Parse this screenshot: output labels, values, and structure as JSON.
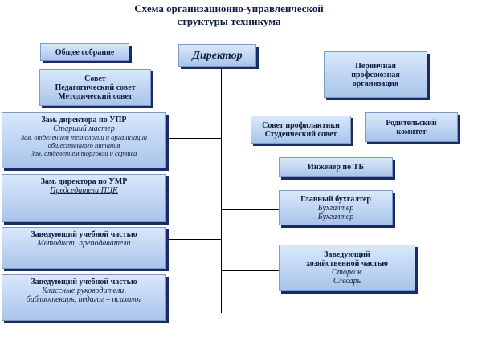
{
  "title": {
    "line1": "Схема организационно-управленческой",
    "line2": "структуры техникума"
  },
  "boxes": {
    "general_meeting": "Общее собрание",
    "councils": [
      "Совет",
      "Педагогический совет",
      "Методический совет"
    ],
    "director": "Директор",
    "trade_union": [
      "Первичная",
      "профсоюзная",
      "организация"
    ],
    "prevention": [
      "Совет профилактики",
      "Студенческий совет"
    ],
    "parents": [
      "Родительский",
      "комитет"
    ],
    "deputy_upr": {
      "head": "Зам. директора по УПР",
      "lines": [
        "Старший мастер",
        "Зав. отделением технологии и организации общественного питания",
        "Зав. отделением торговли и сервиса"
      ]
    },
    "deputy_umr": {
      "head": "Зам. директора по УМР",
      "lines": [
        "Председатели ПЦК"
      ]
    },
    "study_head_1": {
      "head": "Заведующий учебной частью",
      "lines": [
        "Методист, преподаватели"
      ]
    },
    "study_head_2": {
      "head": "Заведующий учебной частью",
      "lines": [
        "Классные руководители,",
        "библиотекарь, педагог – психолог"
      ]
    },
    "safety_engineer": "Инженер по ТБ",
    "chief_accountant": {
      "head": "Главный бухгалтер",
      "lines": [
        "Бухгалтер",
        "Бухгалтер"
      ]
    },
    "household": {
      "head": [
        "Заведующий",
        "хозяйственной частью"
      ],
      "lines": [
        "Сторож",
        "Слесарь"
      ]
    }
  },
  "colors": {
    "box_top": "#d9e8fb",
    "box_bottom": "#a9c4ea",
    "shadow": "#1a2a66",
    "text": "#0d1a3f"
  }
}
